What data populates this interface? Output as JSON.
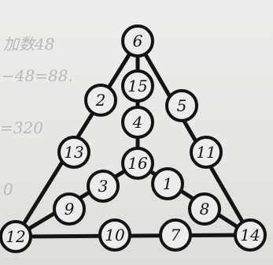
{
  "photo": {
    "faint_lines": [
      "加数48",
      "−48=88.",
      "=320",
      "0"
    ],
    "nodes": [
      "6",
      "15",
      "4",
      "16",
      "2",
      "13",
      "3",
      "9",
      "12",
      "5",
      "11",
      "1",
      "8",
      "14",
      "10",
      "7"
    ],
    "colors": {
      "ink": "#141414",
      "paper": "#ececea",
      "pencil": "#b8b8b8"
    }
  }
}
